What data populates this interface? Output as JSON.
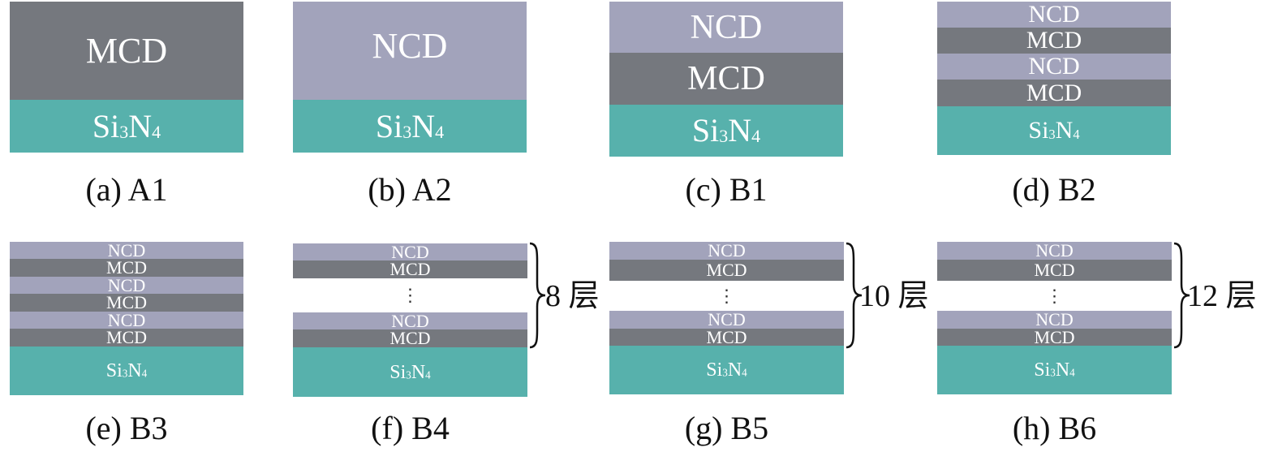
{
  "materials": {
    "ncd": "NCD",
    "mcd": "MCD",
    "substrate": "Si₃N₄"
  },
  "colors": {
    "ncd": "#a2a3bb",
    "mcd": "#75787e",
    "substrate": "#57b1ac"
  },
  "ellipsis": "⋮",
  "panels": [
    {
      "id": "a",
      "caption": "(a) A1"
    },
    {
      "id": "b",
      "caption": "(b) A2"
    },
    {
      "id": "c",
      "caption": "(c) B1"
    },
    {
      "id": "d",
      "caption": "(d) B2"
    },
    {
      "id": "e",
      "caption": "(e) B3"
    },
    {
      "id": "f",
      "caption": "(f) B4",
      "bracket_label": "8 层"
    },
    {
      "id": "g",
      "caption": "(g) B5",
      "bracket_label": "10 层"
    },
    {
      "id": "h",
      "caption": "(h) B6",
      "bracket_label": "12 层"
    }
  ]
}
